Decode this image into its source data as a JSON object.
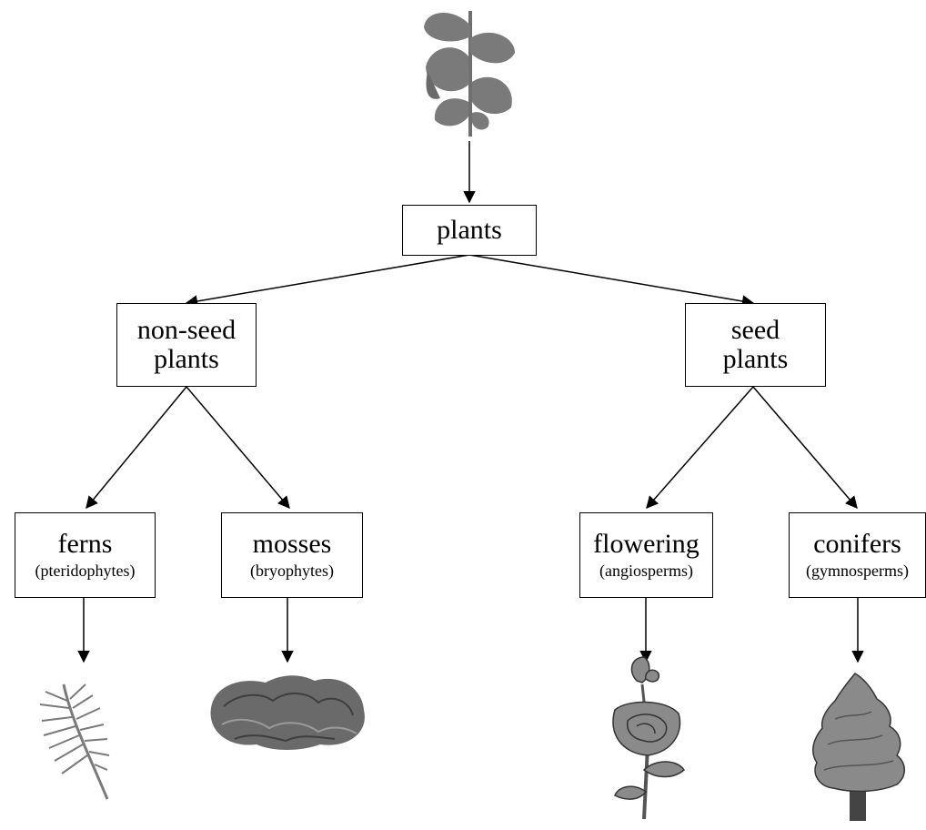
{
  "nodes": {
    "root": {
      "label": "plants"
    },
    "non_seed": {
      "label": "non-seed plants"
    },
    "seed": {
      "label": "seed plants"
    },
    "ferns": {
      "label": "ferns",
      "sublabel": "(pteridophytes)"
    },
    "mosses": {
      "label": "mosses",
      "sublabel": "(bryophytes)"
    },
    "flowering": {
      "label": "flowering",
      "sublabel": "(angiosperms)"
    },
    "conifers": {
      "label": "conifers",
      "sublabel": "(gymnosperms)"
    }
  },
  "icons": {
    "top": "leafy-stem-icon",
    "ferns": "fern-frond-icon",
    "mosses": "moss-clump-icon",
    "flowering": "rose-flower-icon",
    "conifers": "conifer-tree-icon"
  },
  "colors": {
    "icon_fill": "#7a7a7a",
    "icon_dark": "#4a4a4a",
    "line": "#000000"
  }
}
